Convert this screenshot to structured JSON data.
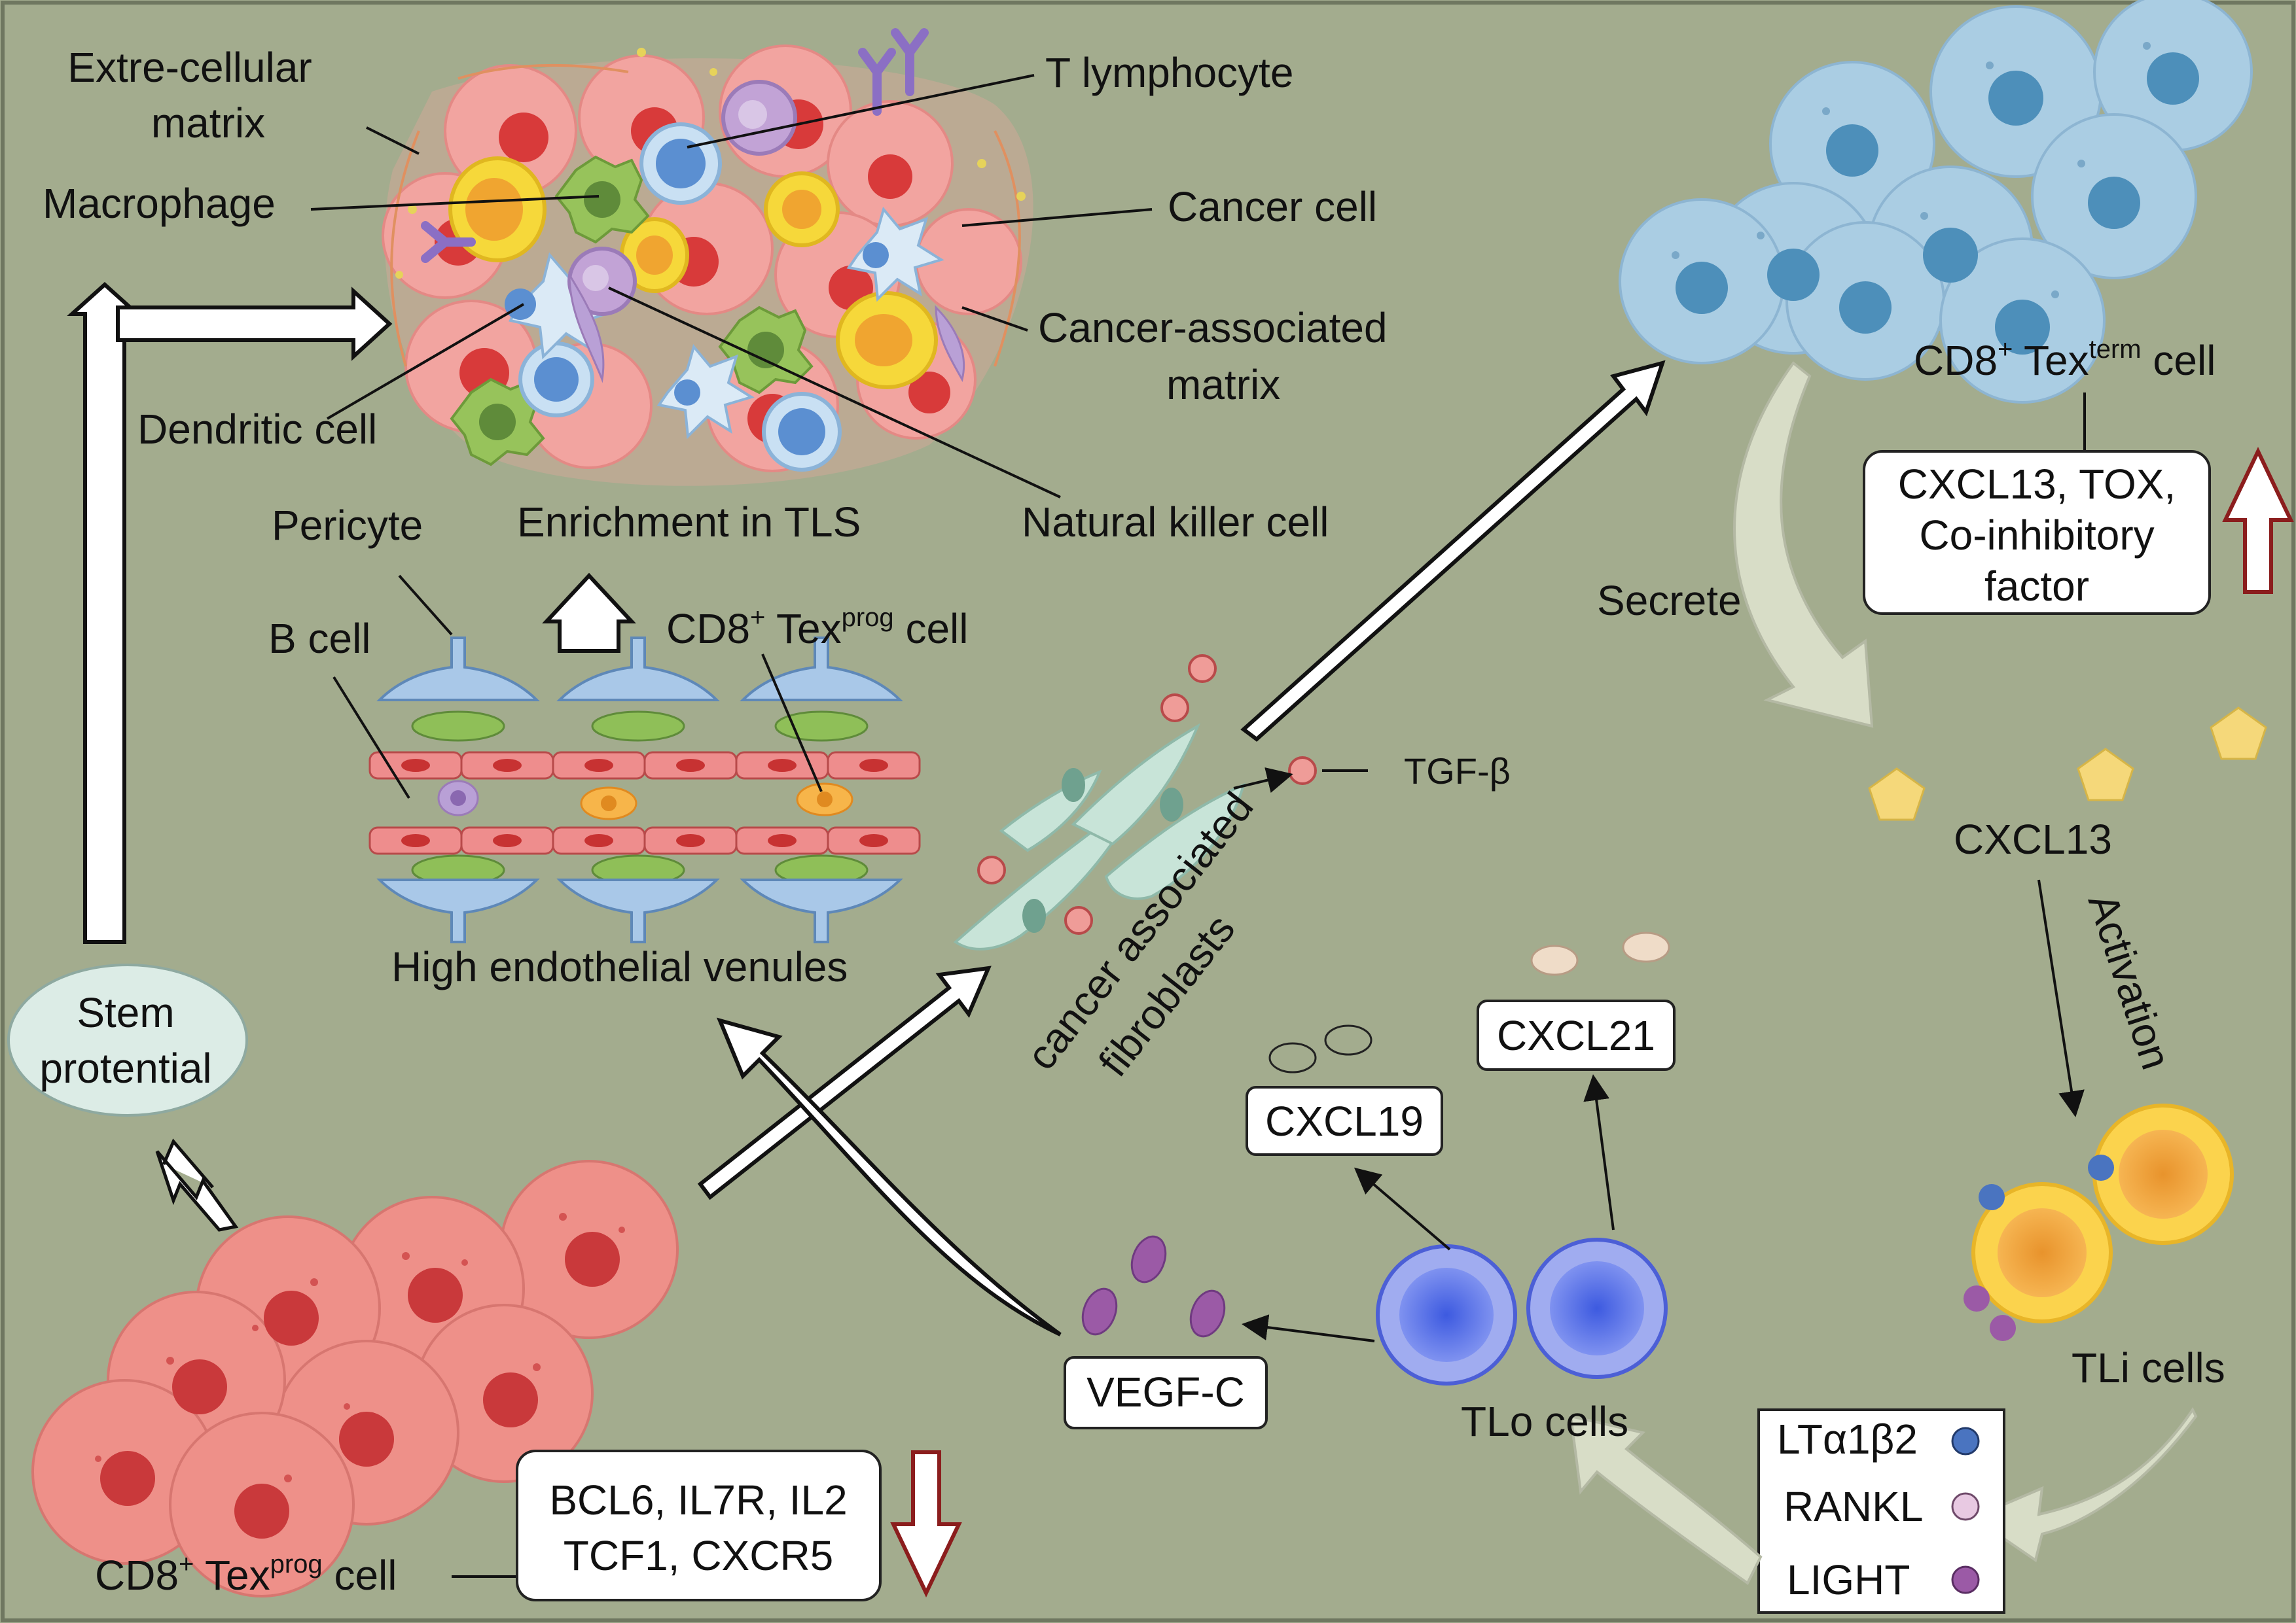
{
  "colors": {
    "background": "#a3ac8e",
    "prog_cell": "#ee9089",
    "prog_nucleus": "#c9393b",
    "term_cell": "#aacde3",
    "term_nucleus": "#4d8fba",
    "tli_cell": "#fbd34d",
    "tlo_cell": "#5d74e8",
    "cxcl13": "#f5d87a",
    "down_arrow": "#8b1d1d",
    "up_arrow": "#8b1d1d"
  },
  "tls": {
    "extracellular_label_1": "Extre-cellular",
    "extracellular_label_2": "matrix",
    "macrophage_label": "Macrophage",
    "dendritic_label": "Dendritic cell",
    "t_lymphocyte_label": "T lymphocyte",
    "cancer_cell_label": "Cancer cell",
    "cam_label_1": "Cancer-associated",
    "cam_label_2": "matrix",
    "nk_label": "Natural killer cell",
    "enrichment_label": "Enrichment in TLS"
  },
  "hev": {
    "pericyte_label": "Pericyte",
    "bcell_label": "B cell",
    "prog_label_prefix": "CD8",
    "prog_label_sup1": "+",
    "prog_label_mid": " Tex",
    "prog_label_sup2": "prog",
    "prog_label_suffix": " cell",
    "venule_label": "High endothelial venules"
  },
  "stem": {
    "label_1": "Stem",
    "label_2": "protential"
  },
  "prog_cell": {
    "label_prefix": "CD8",
    "sup1": "+",
    "mid": " Tex",
    "sup2": "prog",
    "suffix": " cell",
    "markers_1": "BCL6, IL7R, IL2",
    "markers_2": "TCF1, CXCR5"
  },
  "caf": {
    "label_1": "cancer associated",
    "label_2": "fibroblasts",
    "tgf_label": "TGF-β"
  },
  "term_cell": {
    "label_prefix": "CD8",
    "sup1": "+",
    "mid": " Tex",
    "sup2": "term",
    "suffix": " cell",
    "markers_1": "CXCL13, TOX,",
    "markers_2": "Co-inhibitory",
    "markers_3": "factor"
  },
  "cycle": {
    "secrete_label": "Secrete",
    "cxcl13_label": "CXCL13",
    "activation_label": "Activation",
    "tli_label": "TLi cells",
    "tlo_label": "TLo cells",
    "cxcl21_label": "CXCL21",
    "cxcl19_label": "CXCL19",
    "vegf_label": "VEGF-C"
  },
  "legend": {
    "items": [
      {
        "label": "LTα1β2",
        "color": "#4a74c0"
      },
      {
        "label": "RANKL",
        "color": "#e8c9e2"
      },
      {
        "label": "LIGHT",
        "color": "#9b5aa6"
      }
    ]
  }
}
